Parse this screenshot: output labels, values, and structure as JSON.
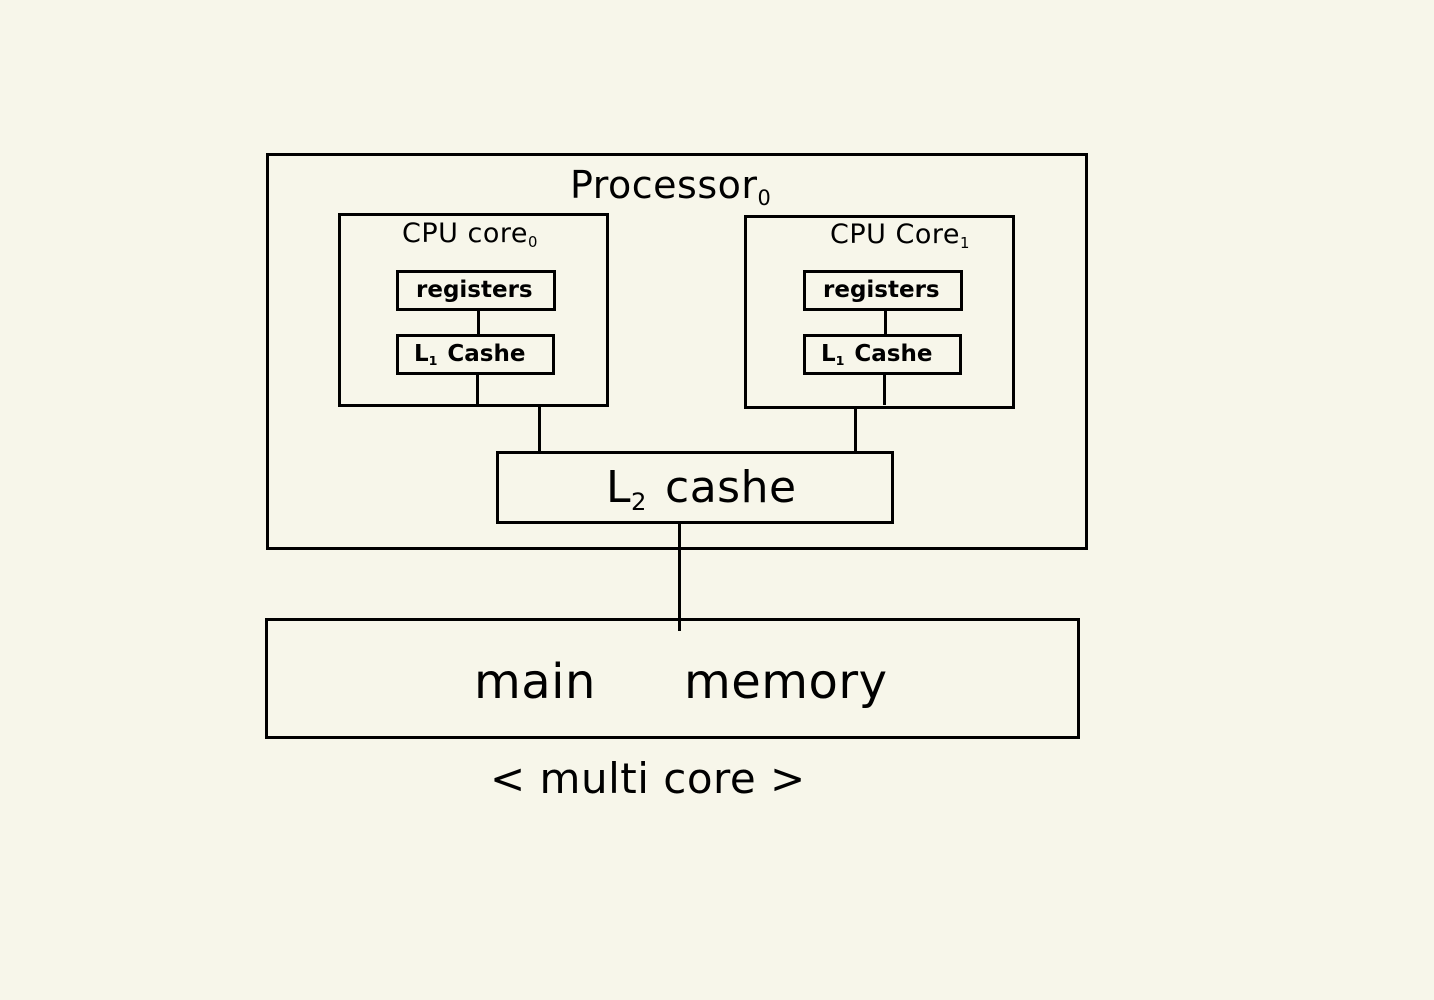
{
  "processor": {
    "label": "Processor",
    "label_sub": "0"
  },
  "core0": {
    "label": "CPU core",
    "label_sub": "0",
    "registers_label": "registers",
    "l1_prefix": "L",
    "l1_sub": "1",
    "l1_suffix": "Cashe"
  },
  "core1": {
    "label": "CPU Core",
    "label_sub": "1",
    "registers_label": "registers",
    "l1_prefix": "L",
    "l1_sub": "1",
    "l1_suffix": "Cashe"
  },
  "l2": {
    "prefix": "L",
    "sub": "2",
    "suffix": "cashe"
  },
  "main_memory": {
    "word1": "main",
    "word2": "memory"
  },
  "caption": "< multi core >"
}
